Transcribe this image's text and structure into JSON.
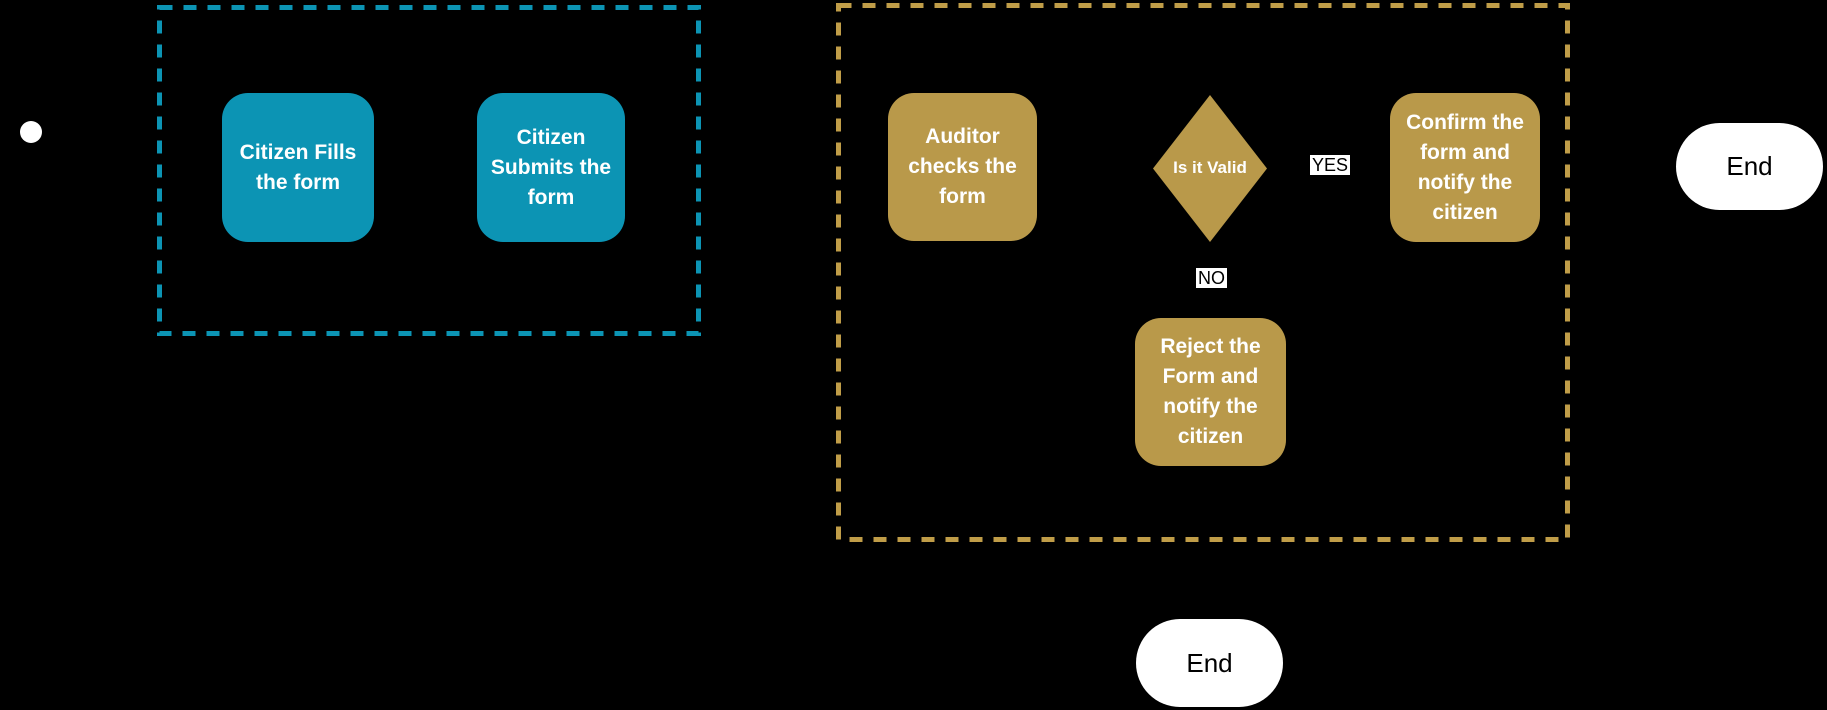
{
  "colors": {
    "bg": "#000000",
    "teal-fill": "#0c94b4",
    "teal-stroke": "#0c94b4",
    "gold-fill": "#b9994a",
    "gold-stroke": "#c09d48",
    "node-text": "#ffffff",
    "start-fill": "#ffffff",
    "end-fill": "#ffffff",
    "end-text": "#000000",
    "edge-label-bg": "#ffffff",
    "edge-label-text": "#000000"
  },
  "nodes": {
    "citizen_fills": {
      "label": "Citizen Fills\nthe form"
    },
    "citizen_submits": {
      "label": "Citizen\nSubmits the\nform"
    },
    "auditor_checks": {
      "label": "Auditor\nchecks the\nform"
    },
    "is_it_valid": {
      "label": "Is it Valid"
    },
    "confirm_form": {
      "label": "Confirm the\nform and\nnotify the\ncitizen"
    },
    "reject_form": {
      "label": "Reject the\nForm and\nnotify the\ncitizen"
    },
    "end_right": {
      "label": "End"
    },
    "end_bottom": {
      "label": "End"
    }
  },
  "edge_labels": {
    "yes": "YES",
    "no": "NO"
  }
}
